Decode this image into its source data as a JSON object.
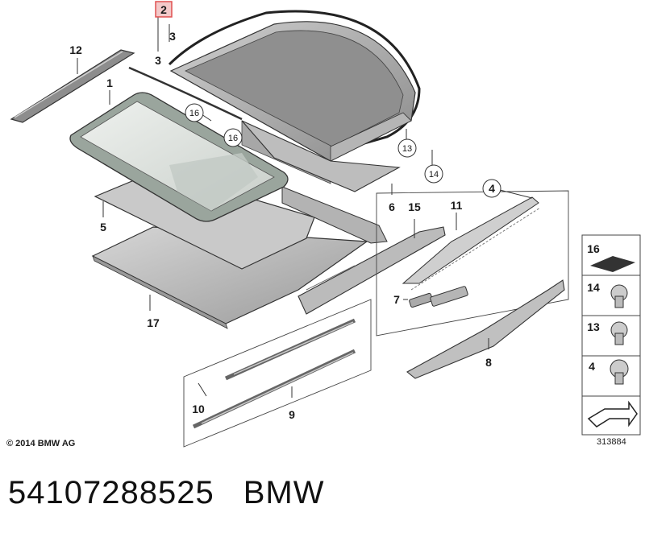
{
  "diagram": {
    "callouts": {
      "c1": "1",
      "c2": "2",
      "c3a": "3",
      "c3b": "3",
      "c4": "4",
      "c5": "5",
      "c6": "6",
      "c7": "7",
      "c8": "8",
      "c9": "9",
      "c10": "10",
      "c11": "11",
      "c12": "12",
      "c13": "13",
      "c14": "14",
      "c15": "15",
      "c16a": "16",
      "c16b": "16",
      "c17": "17"
    },
    "side_panel": {
      "p16": "16",
      "p14": "14",
      "p13": "13",
      "p4": "4"
    },
    "copyright": "© 2014 BMW AG",
    "diagram_number": "313884"
  },
  "footer": {
    "part_number": "54107288525",
    "brand": "BMW"
  },
  "colors": {
    "outline": "#3a3a3a",
    "part_fill": "#c8c8c8",
    "part_dark": "#8e8e8e",
    "glass": "#dde3df",
    "highlight_box": "#e05050"
  }
}
